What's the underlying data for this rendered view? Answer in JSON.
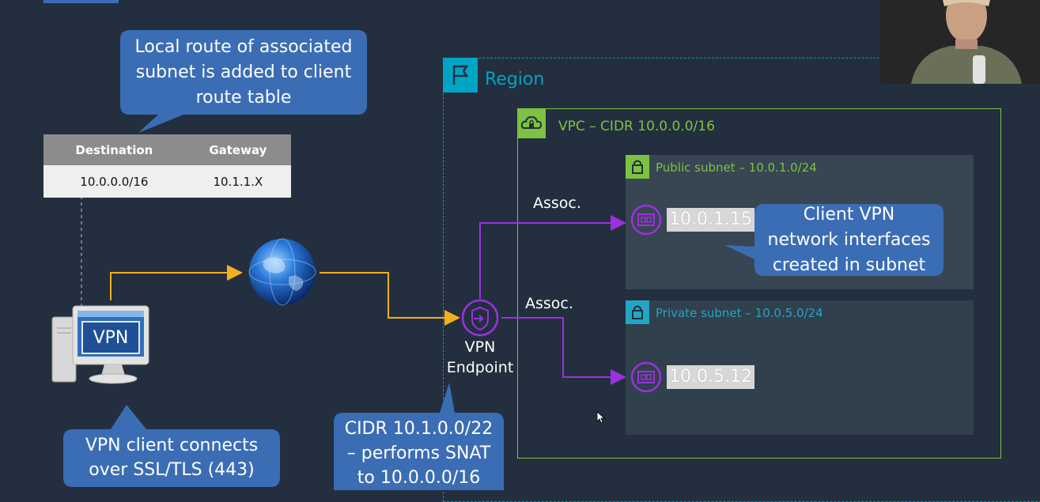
{
  "callouts": {
    "route_note": "Local route of associated\nsubnet is added to client\nroute table",
    "client_note": "VPN client connects\nover SSL/TLS (443)",
    "cidr_note": "CIDR 10.1.0.0/22\n– performs SNAT\nto 10.0.0.0/16",
    "eni_note": "Client VPN\nnetwork interfaces\ncreated in subnet"
  },
  "route_table": {
    "headers": [
      "Destination",
      "Gateway"
    ],
    "rows": [
      [
        "10.0.0.0/16",
        "10.1.1.X"
      ]
    ]
  },
  "region": {
    "title": "Region"
  },
  "vpc": {
    "title": "VPC – CIDR 10.0.0.0/16"
  },
  "public_subnet": {
    "title": "Public subnet – 10.0.1.0/24",
    "eni_ip": "10.0.1.15"
  },
  "private_subnet": {
    "title": "Private subnet – 10.0.5.0/24",
    "eni_ip": "10.0.5.12"
  },
  "endpoint": {
    "label_line1": "VPN",
    "label_line2": "Endpoint"
  },
  "assoc_labels": {
    "top": "Assoc.",
    "bottom": "Assoc."
  },
  "client": {
    "screen_label": "VPN"
  },
  "colors": {
    "background": "#232f3e",
    "callout": "#3b6db4",
    "region_border": "#00a4c4",
    "vpc_border": "#7dc242",
    "association_line": "#9d30e0",
    "traffic_line": "#f2b01e"
  },
  "icons": [
    "flag-icon",
    "cloud-lock-icon",
    "lock-icon",
    "network-interface-icon",
    "vpn-endpoint-icon",
    "globe-icon",
    "desktop-computer-icon"
  ]
}
